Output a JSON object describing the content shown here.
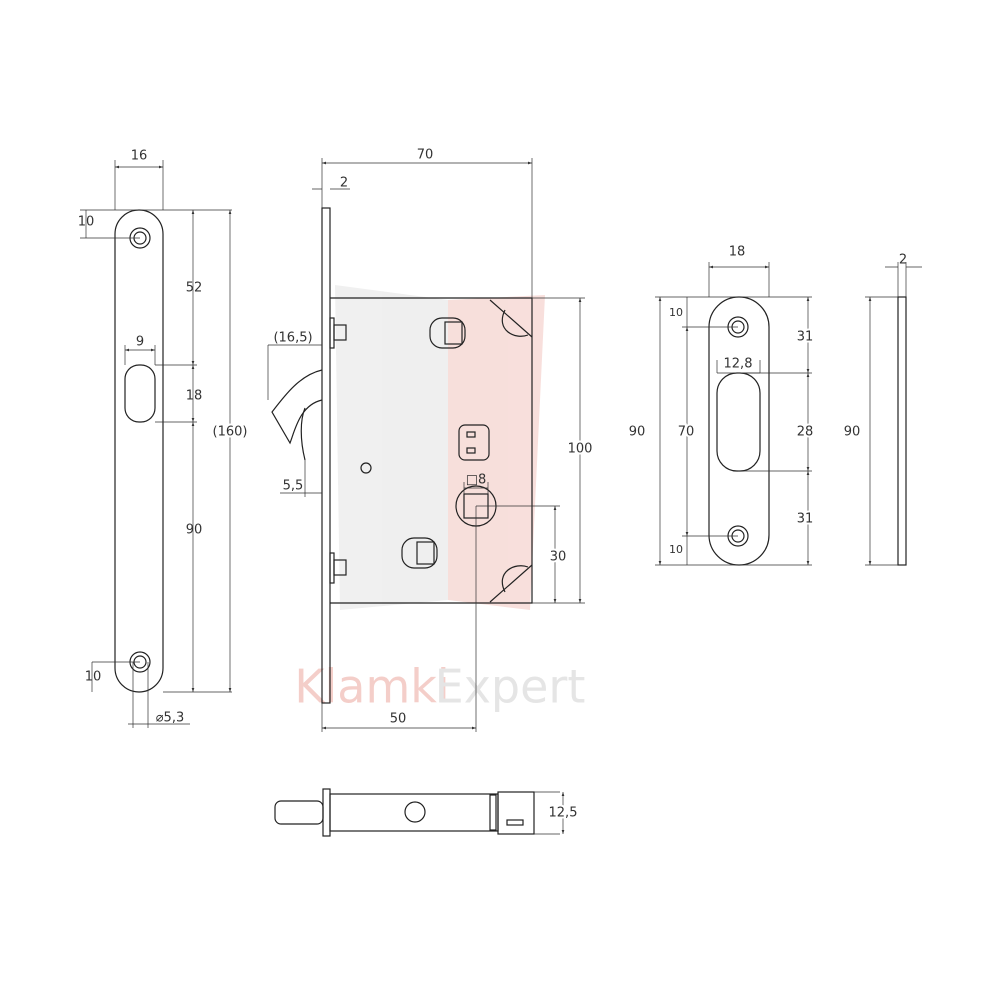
{
  "watermark": {
    "part1": "Klamki",
    "part2": "Expert",
    "color1": "#f3c9c4",
    "color2": "#e6e6e6"
  },
  "strike_plate_front": {
    "width": "16",
    "top_hole_offset": "10",
    "to_slot": "52",
    "slot_width": "9",
    "slot_height": "18",
    "slot_to_bottom": "90",
    "total_height": "(160)",
    "bottom_hole_offset": "10",
    "hole_diameter": "⌀5,3"
  },
  "lock_body": {
    "total_depth": "70",
    "faceplate_thickness": "2",
    "latch_projection": "(16,5)",
    "latch_offset": "5,5",
    "spindle": "□8",
    "body_height": "100",
    "spindle_from_bottom": "30",
    "backset": "50"
  },
  "bottom_view": {
    "thickness": "12,5"
  },
  "strike_plate_right": {
    "width": "18",
    "height": "90",
    "hole_spacing": "70",
    "top_hole": "10",
    "bottom_hole": "10",
    "slot_width": "12,8",
    "upper": "31",
    "slot_height": "28",
    "lower": "31"
  },
  "side_plate": {
    "thickness": "2",
    "height": "90"
  }
}
